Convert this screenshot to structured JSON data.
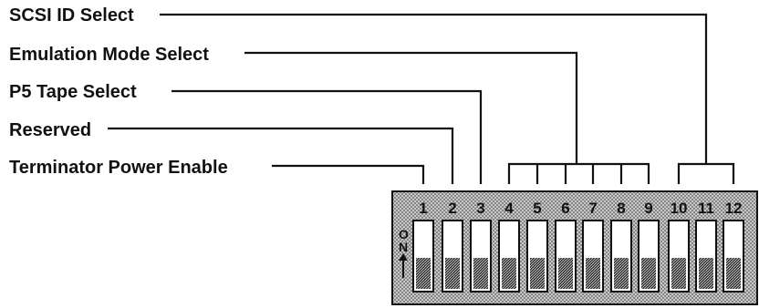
{
  "labels": {
    "scsi_id": "SCSI ID Select",
    "emulation": "Emulation Mode Select",
    "p5_tape": "P5 Tape Select",
    "reserved": "Reserved",
    "terminator": "Terminator Power Enable"
  },
  "on_label": "ON",
  "switch_numbers": [
    "1",
    "2",
    "3",
    "4",
    "5",
    "6",
    "7",
    "8",
    "9",
    "10",
    "11",
    "12"
  ],
  "colors": {
    "ink": "#111111",
    "panel_shade": "#9a9a9a",
    "paper": "#ffffff"
  }
}
